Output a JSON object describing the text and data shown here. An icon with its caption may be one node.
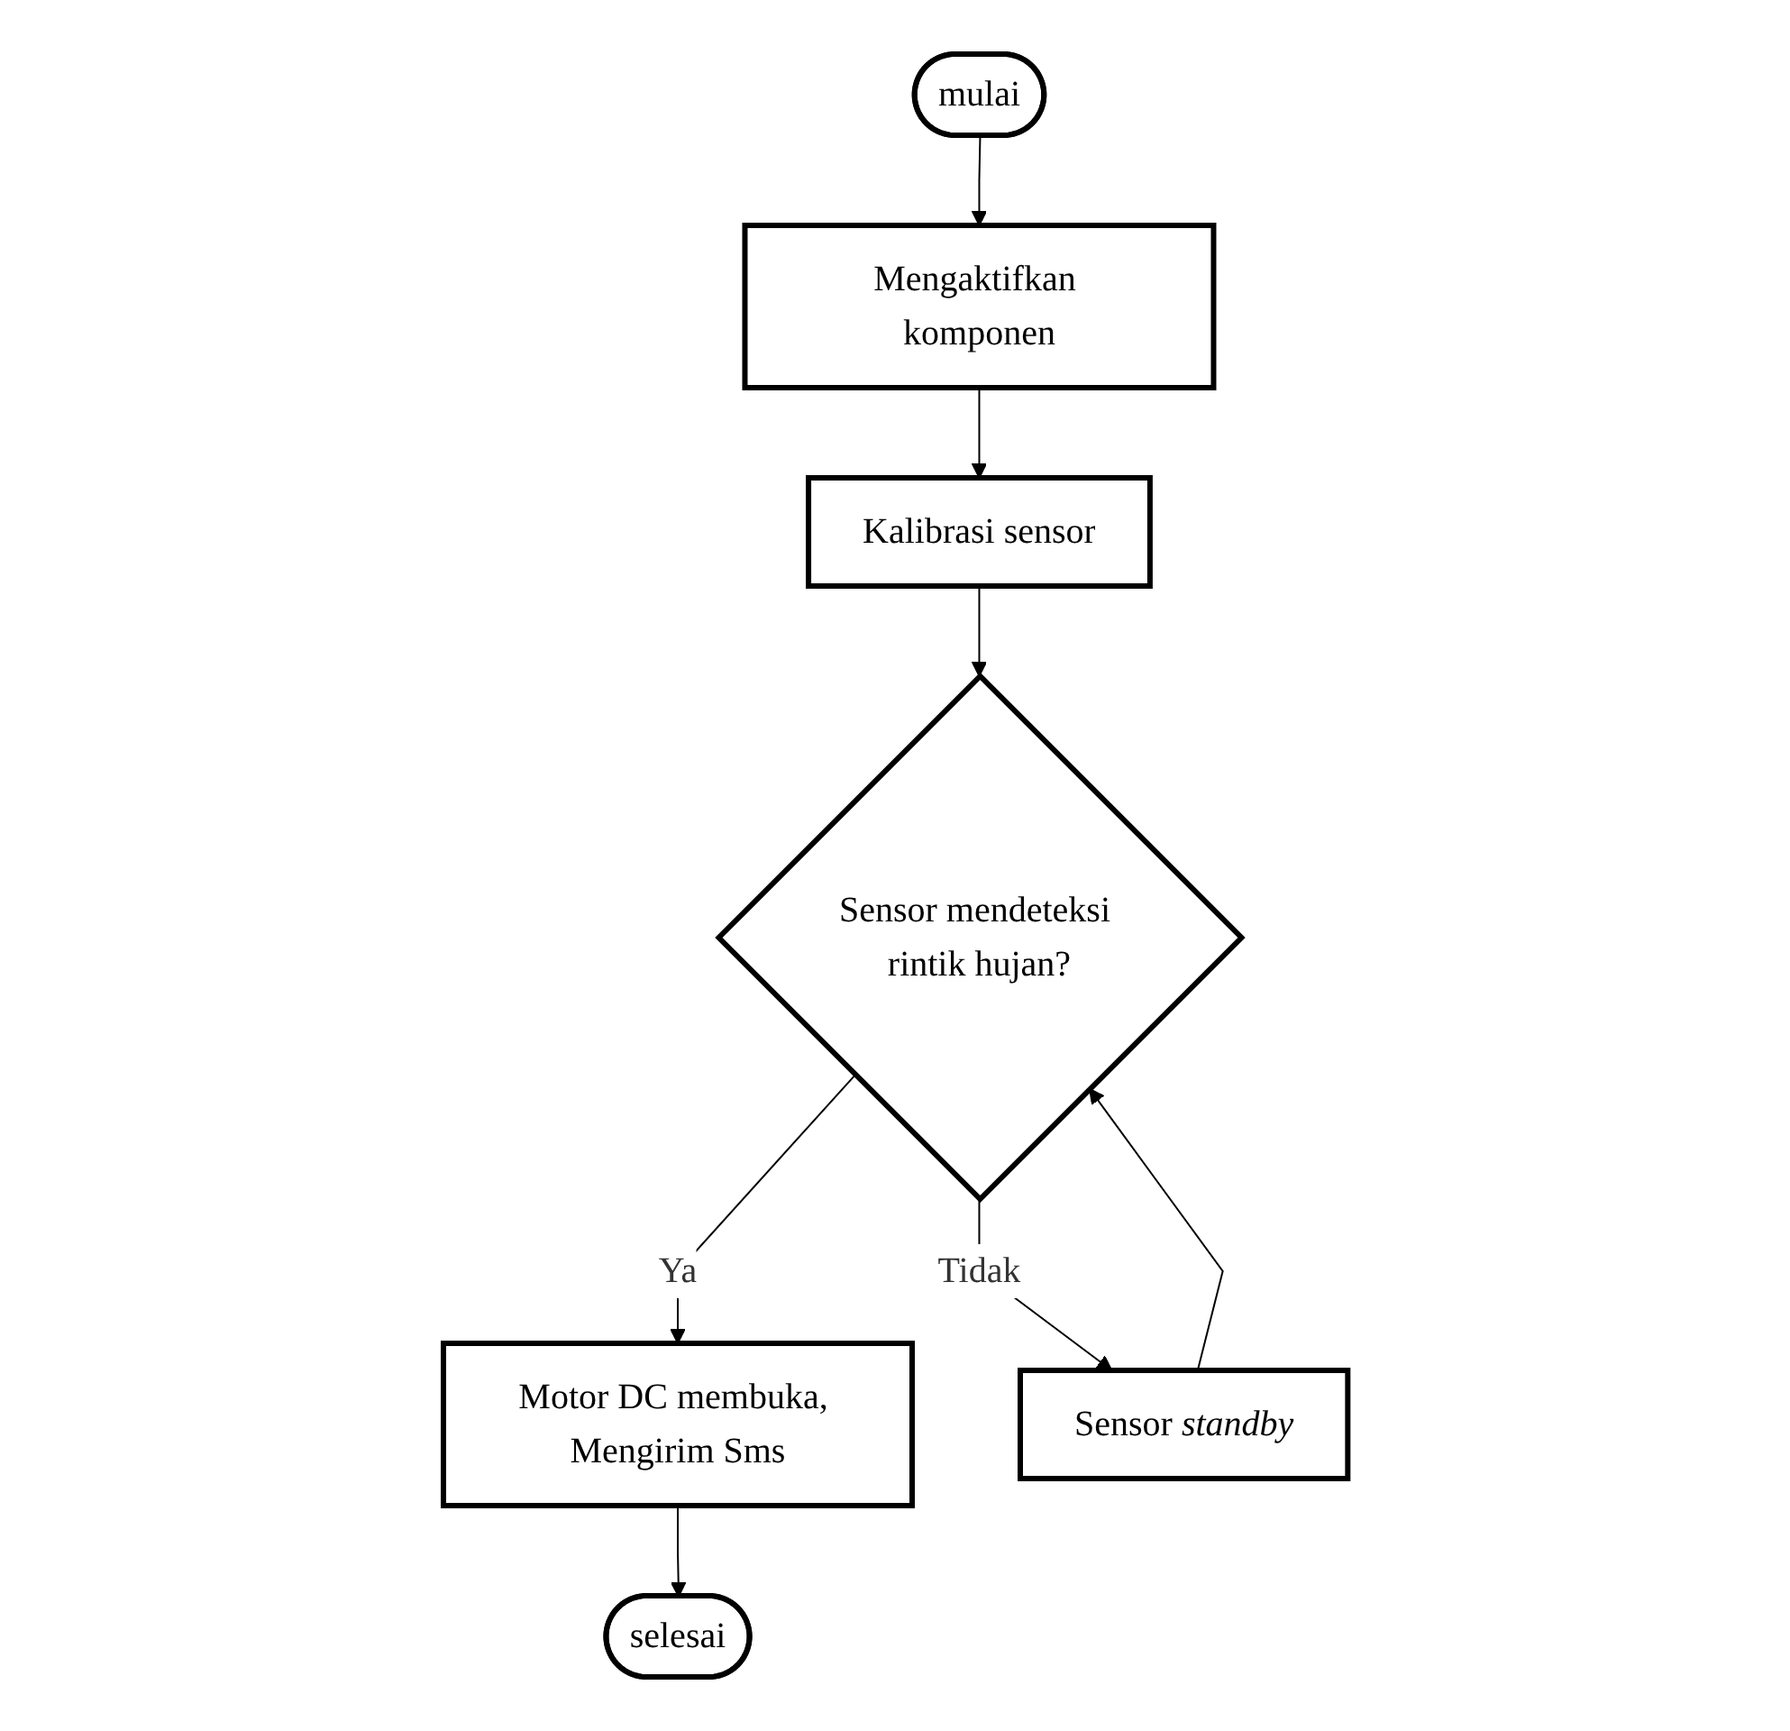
{
  "diagram": {
    "nodes": [
      {
        "text": [
          "mulai"
        ]
      },
      {
        "text": [
          "Mengaktifkan komponen"
        ]
      },
      {
        "text": [
          "Kalibrasi sensor"
        ]
      },
      {
        "text": [
          "Sensor mendeteksi rintik hujan?"
        ]
      },
      {
        "text": [
          "Motor DC membuka, Mengirim Sms"
        ]
      },
      {
        "text": [
          "selesai"
        ]
      },
      {
        "text": [
          "Sensor *standby*"
        ]
      }
    ],
    "edges": [
      {
        "from": 0,
        "to": 1,
        "arrow": "to"
      },
      {
        "from": 1,
        "to": 2,
        "arrow": "to"
      },
      {
        "from": 2,
        "to": 3,
        "arrow": "to"
      },
      {
        "from": 3,
        "to": 4,
        "arrow": "to",
        "label": "Ya"
      },
      {
        "from": 4,
        "to": 5,
        "arrow": "to"
      },
      {
        "from": 3,
        "to": 6,
        "arrow": "to",
        "label": "Tidak"
      },
      {
        "from": 6,
        "to": 3,
        "arrow": "to"
      }
    ]
  }
}
